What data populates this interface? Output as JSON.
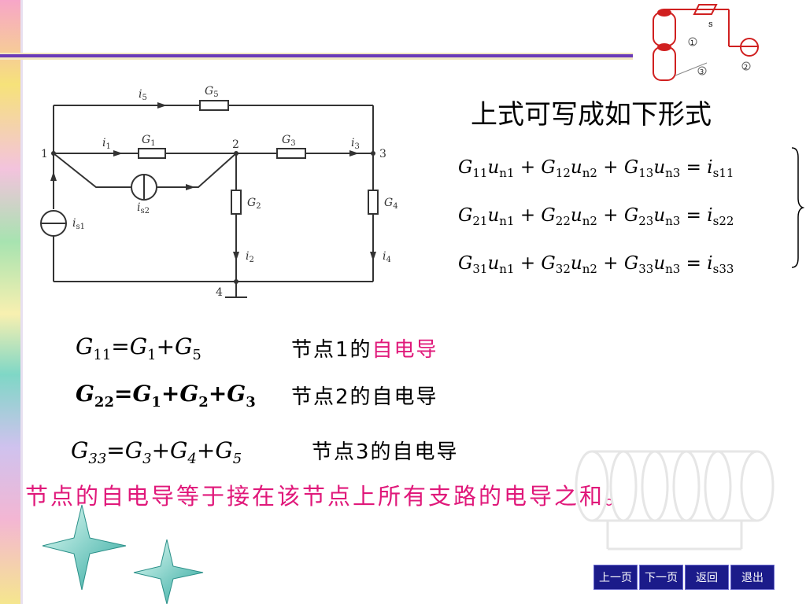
{
  "heading": "上式可写成如下形式",
  "equations": [
    {
      "g1": "G",
      "g1s": "11",
      "u1": "u",
      "u1s": "n1",
      "g2": "G",
      "g2s": "12",
      "u2": "u",
      "u2s": "n2",
      "g3": "G",
      "g3s": "13",
      "u3": "u",
      "u3s": "n3",
      "rhs": "i",
      "rhss": "s11"
    },
    {
      "g1": "G",
      "g1s": "21",
      "u1": "u",
      "u1s": "n1",
      "g2": "G",
      "g2s": "22",
      "u2": "u",
      "u2s": "n2",
      "g3": "G",
      "g3s": "23",
      "u3": "u",
      "u3s": "n3",
      "rhs": "i",
      "rhss": "s22"
    },
    {
      "g1": "G",
      "g1s": "31",
      "u1": "u",
      "u1s": "n1",
      "g2": "G",
      "g2s": "32",
      "u2": "u",
      "u2s": "n2",
      "g3": "G",
      "g3s": "33",
      "u3": "u",
      "u3s": "n3",
      "rhs": "i",
      "rhss": "s33"
    }
  ],
  "circuit": {
    "labels": {
      "i5": "i",
      "i5s": "5",
      "G5": "G",
      "G5s": "5",
      "i1": "i",
      "i1s": "1",
      "G1": "G",
      "G1s": "1",
      "G3": "G",
      "G3s": "3",
      "i3": "i",
      "i3s": "3",
      "n1": "1",
      "n2": "2",
      "n3": "3",
      "n4": "4",
      "is2": "i",
      "is2s": "s2",
      "is1": "i",
      "is1s": "s1",
      "G2": "G",
      "G2s": "2",
      "G4": "G",
      "G4s": "4",
      "i2": "i",
      "i2s": "2",
      "i4": "i",
      "i4s": "4"
    }
  },
  "formulas": [
    {
      "lhs": "G",
      "lhs_sub": "11",
      "eq": "=",
      "t1": "G",
      "t1s": "1",
      "plus1": "+",
      "t2": "G",
      "t2s": "5",
      "desc_prefix": "节点1的",
      "desc_highlight": "自电导"
    },
    {
      "lhs": "G",
      "lhs_sub": "22",
      "eq": "=",
      "t1": "G",
      "t1s": "1",
      "plus1": "+",
      "t2": "G",
      "t2s": "2",
      "plus2": "+",
      "t3": "G",
      "t3s": "3",
      "desc": "节点2的自电导"
    },
    {
      "lhs": "G",
      "lhs_sub": "33",
      "eq": "=",
      "t1": "G",
      "t1s": "3",
      "plus1": "+",
      "t2": "G",
      "t2s": "4",
      "plus2": "+",
      "t3": "G",
      "t3s": "5",
      "desc": "节点3的自电导"
    }
  ],
  "summary": "节点的自电导等于接在该节点上所有支路的电导之和。",
  "nav": {
    "prev": "上一页",
    "next": "下一页",
    "back": "返回",
    "exit": "退出"
  },
  "logo": {
    "s_label": "s",
    "mark1": "1",
    "mark2": "2",
    "mark3": "3"
  },
  "colors": {
    "accent_pink": "#e0187a",
    "rule_purple": "#6a3ab8",
    "nav_bg": "#1b1b8a"
  }
}
